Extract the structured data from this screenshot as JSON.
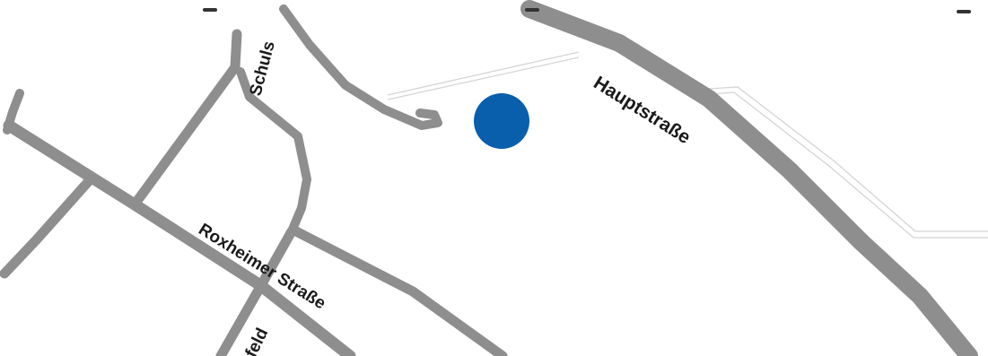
{
  "map": {
    "colors": {
      "background": "#ffffff",
      "road": "#8e8e8e",
      "footpath": "#d4d4d4",
      "marker": "#0a5fad",
      "label": "#1a1a1a"
    },
    "streets": {
      "hauptstrasse": "Hauptstraße",
      "roxheimer": "Roxheimer Straße",
      "schuls": "Schuls",
      "feld": "feld"
    },
    "marker_icon": "location-dot-icon"
  }
}
